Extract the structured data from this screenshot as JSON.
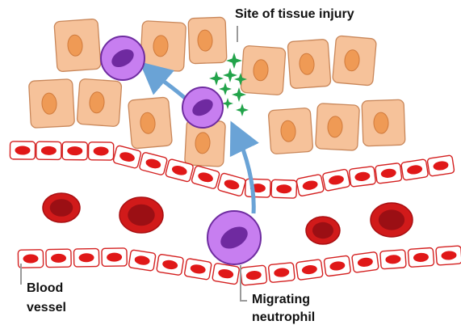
{
  "labels": {
    "injury_site": "Site of tissue injury",
    "blood_vessel_line1": "Blood",
    "blood_vessel_line2": "vessel",
    "neutrophil_line1": "Migrating",
    "neutrophil_line2": "neutrophil"
  },
  "colors": {
    "tissue_cell_fill": "#f6c29a",
    "tissue_cell_stroke": "#c9875a",
    "tissue_nucleus": "#ef9a55",
    "endothelial_fill": "#ffffff",
    "endothelial_stroke": "#d42020",
    "endothelial_nucleus": "#e01818",
    "red_blood_cell": "#d11a1a",
    "red_blood_cell_center": "#9b0f14",
    "neutrophil_fill": "#c77ef0",
    "neutrophil_stroke": "#6e2ca0",
    "neutrophil_nucleus": "#6f2aa0",
    "signal": "#22a34a",
    "arrow": "#6aa3d6",
    "leader_line": "#9a9a9a"
  }
}
